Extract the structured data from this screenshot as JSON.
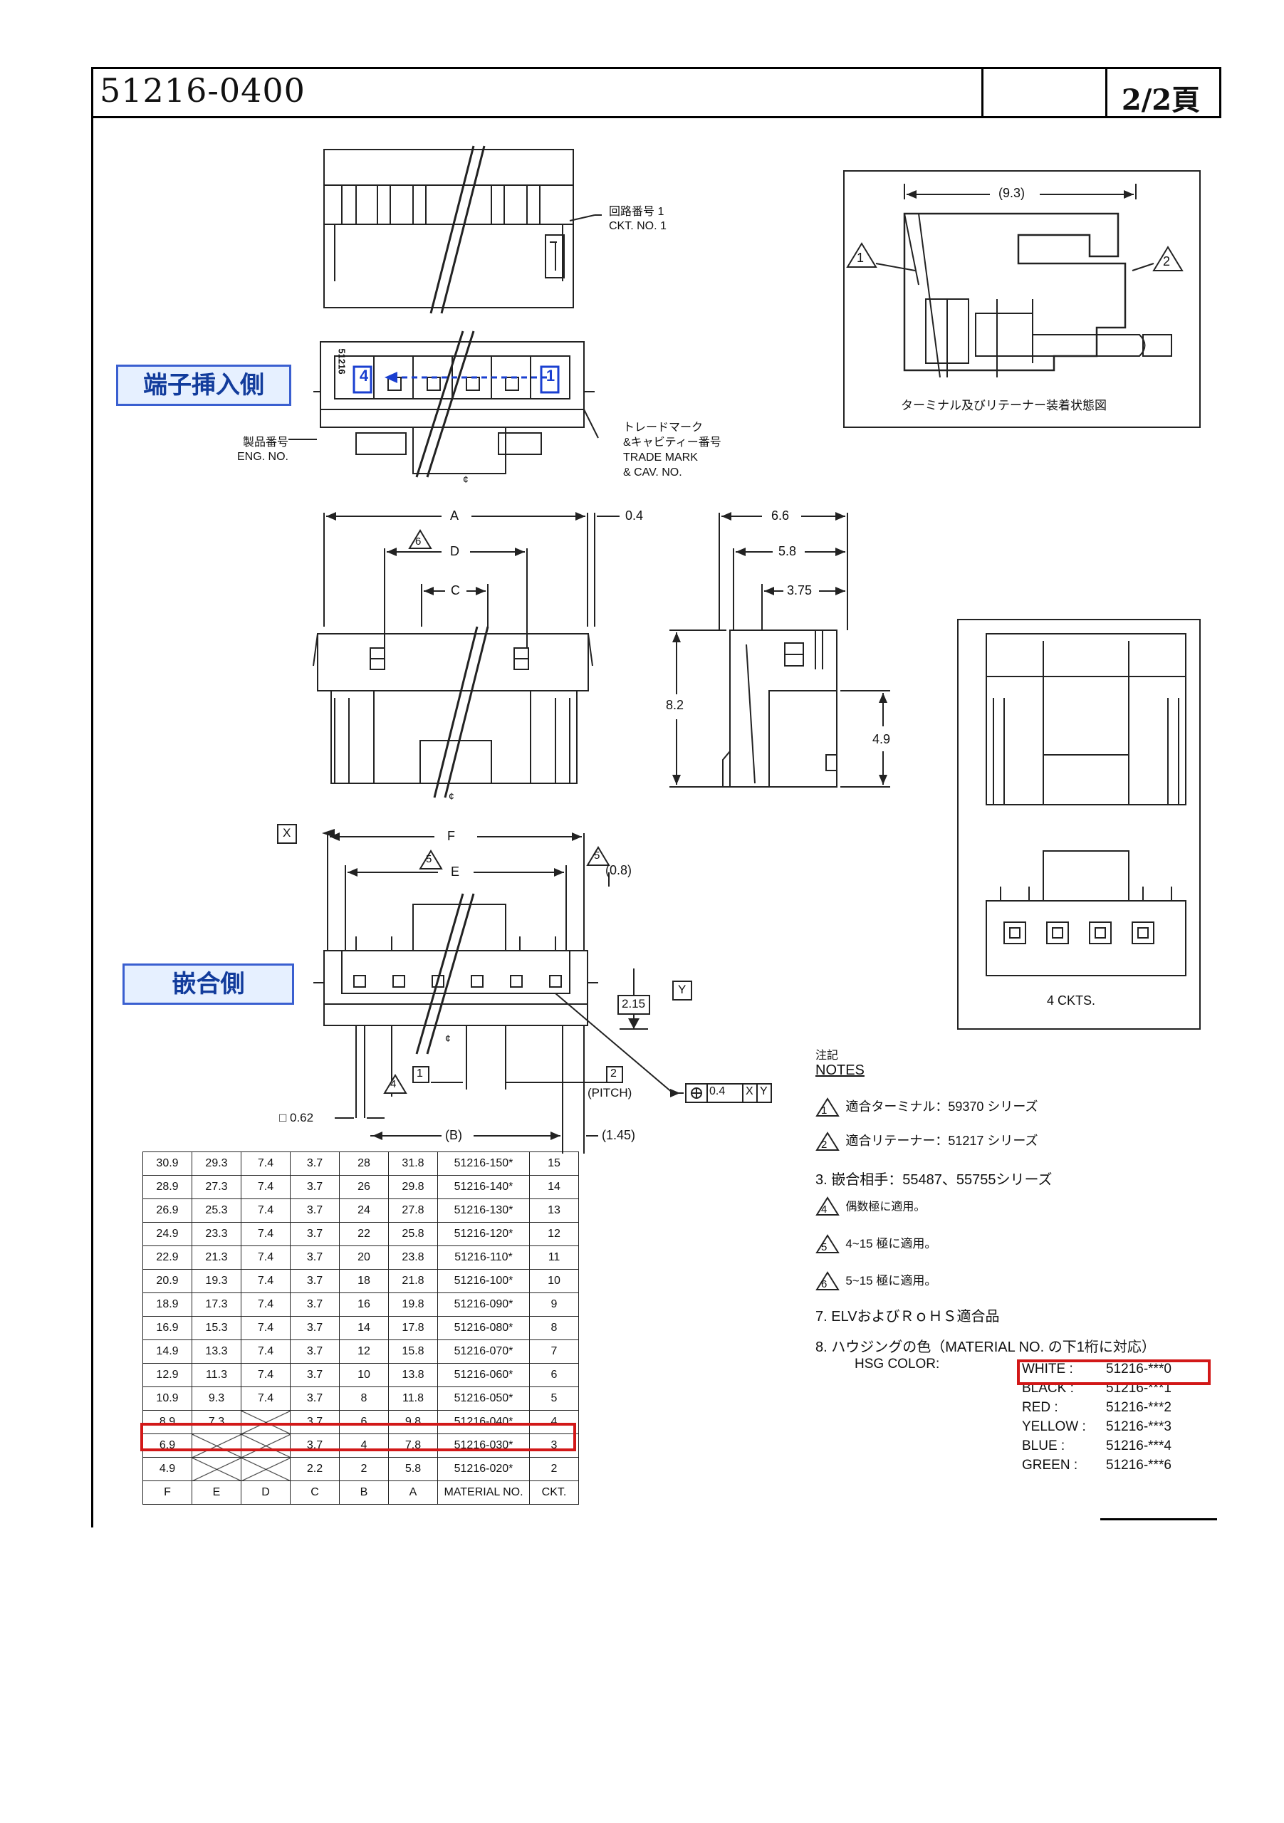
{
  "header": {
    "part_number": "51216-0400",
    "page": "2/2頁"
  },
  "labels": {
    "insertion_side": "端子挿入側",
    "mating_side": "嵌合側",
    "ckt_no_jp": "回路番号 1",
    "ckt_no_en": "CKT. NO. 1",
    "eng_no_jp": "製品番号",
    "eng_no_en": "ENG. NO.",
    "trade_mark_jp1": "トレードマーク",
    "trade_mark_jp2": "&キャビティー番号",
    "trade_mark_en1": "TRADE MARK",
    "trade_mark_en2": "& CAV. NO.",
    "terminal_view_caption": "ターミナル及びリテーナー装着状態図",
    "ckts_caption": "4 CKTS.",
    "stamp_51216": "51216",
    "cav_1": "1",
    "cav_4": "4"
  },
  "dimensions": {
    "a": "A",
    "d": "D",
    "c": "C",
    "e": "E",
    "f": "F",
    "b": "(B)",
    "d_0_4": "0.4",
    "d_6_6": "6.6",
    "d_5_8": "5.8",
    "d_3_75": "3.75",
    "d_8_2": "8.2",
    "d_4_9": "4.9",
    "d_9_3": "(9.3)",
    "d_0_8": "(0.8)",
    "d_2_15": "2.15",
    "d_0_62": "□ 0.62",
    "d_1_45": "(1.45)",
    "d_2": "2",
    "pitch": "(PITCH)",
    "d_1": "1",
    "x": "X",
    "y": "Y",
    "tol_0_4": "0.4",
    "tol_x": "X",
    "tol_y": "Y",
    "n1": "1",
    "n2": "2",
    "n4": "4",
    "n5": "5",
    "n6": "6",
    "cl": "¢"
  },
  "table": {
    "headers": [
      "F",
      "E",
      "D",
      "C",
      "B",
      "A",
      "MATERIAL NO.",
      "CKT."
    ],
    "rows": [
      [
        "30.9",
        "29.3",
        "7.4",
        "3.7",
        "28",
        "31.8",
        "51216-150*",
        "15"
      ],
      [
        "28.9",
        "27.3",
        "7.4",
        "3.7",
        "26",
        "29.8",
        "51216-140*",
        "14"
      ],
      [
        "26.9",
        "25.3",
        "7.4",
        "3.7",
        "24",
        "27.8",
        "51216-130*",
        "13"
      ],
      [
        "24.9",
        "23.3",
        "7.4",
        "3.7",
        "22",
        "25.8",
        "51216-120*",
        "12"
      ],
      [
        "22.9",
        "21.3",
        "7.4",
        "3.7",
        "20",
        "23.8",
        "51216-110*",
        "11"
      ],
      [
        "20.9",
        "19.3",
        "7.4",
        "3.7",
        "18",
        "21.8",
        "51216-100*",
        "10"
      ],
      [
        "18.9",
        "17.3",
        "7.4",
        "3.7",
        "16",
        "19.8",
        "51216-090*",
        "9"
      ],
      [
        "16.9",
        "15.3",
        "7.4",
        "3.7",
        "14",
        "17.8",
        "51216-080*",
        "8"
      ],
      [
        "14.9",
        "13.3",
        "7.4",
        "3.7",
        "12",
        "15.8",
        "51216-070*",
        "7"
      ],
      [
        "12.9",
        "11.3",
        "7.4",
        "3.7",
        "10",
        "13.8",
        "51216-060*",
        "6"
      ],
      [
        "10.9",
        "9.3",
        "7.4",
        "3.7",
        "8",
        "11.8",
        "51216-050*",
        "5"
      ],
      [
        "8.9",
        "7.3",
        "",
        "3.7",
        "6",
        "9.8",
        "51216-040*",
        "4"
      ],
      [
        "6.9",
        "",
        "",
        "3.7",
        "4",
        "7.8",
        "51216-030*",
        "3"
      ],
      [
        "4.9",
        "",
        "",
        "2.2",
        "2",
        "5.8",
        "51216-020*",
        "2"
      ]
    ]
  },
  "notes": {
    "heading_jp": "注記",
    "heading_en": "NOTES",
    "n1_num": "1",
    "n1": "適合ターミナル：59370 シリーズ",
    "n2_num": "2",
    "n2": "適合リテーナー：51217 シリーズ",
    "n3": "3. 嵌合相手：55487、55755シリーズ",
    "n4_num": "4",
    "n4": "偶数極に適用。",
    "n5_num": "5",
    "n5": "4~15 極に適用。",
    "n6_num": "6",
    "n6": "5~15 極に適用。",
    "n7": "7. ELVおよびＲｏＨＳ適合品",
    "n8": "8. ハウジングの色（MATERIAL NO. の下1桁に対応）",
    "hsg_color": "HSG COLOR:",
    "colors": [
      {
        "name": "WHITE :",
        "code": "51216-***0"
      },
      {
        "name": "BLACK :",
        "code": "51216-***1"
      },
      {
        "name": "RED :",
        "code": "51216-***2"
      },
      {
        "name": "YELLOW :",
        "code": "51216-***3"
      },
      {
        "name": "BLUE :",
        "code": "51216-***4"
      },
      {
        "name": "GREEN :",
        "code": "51216-***6"
      }
    ]
  },
  "colors": {
    "highlight_red": "#d21818",
    "label_blue_fill": "#e6f0ff",
    "label_blue_border": "#3a5fd0",
    "label_blue_text": "#123c9c",
    "line": "#222222"
  }
}
